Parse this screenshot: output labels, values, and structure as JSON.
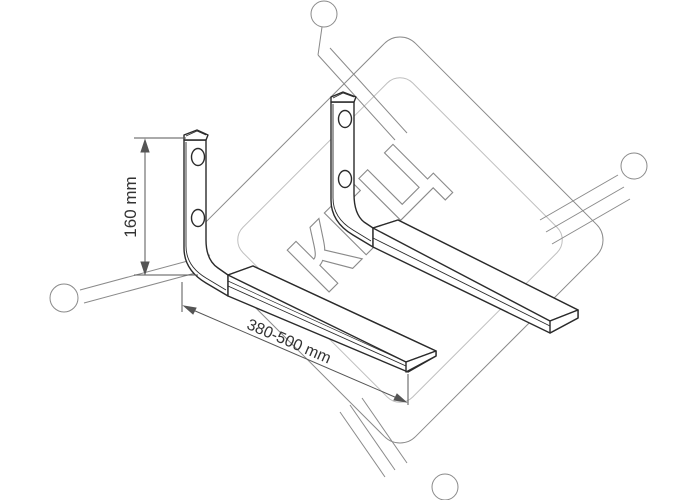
{
  "dimensions": {
    "height_label": "160 mm",
    "depth_label": "380-500 mm"
  },
  "watermark": {
    "text": "КГЦ",
    "color": "#7a7a7a"
  },
  "colors": {
    "line": "#2b2b2b",
    "dimension_line": "#555555",
    "background": "#ffffff"
  }
}
